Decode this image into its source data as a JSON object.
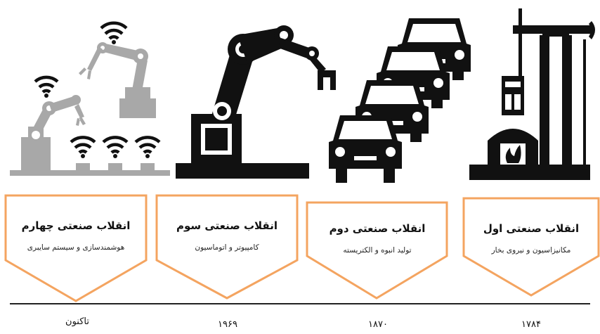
{
  "eras": [
    {
      "title": "انقلاب صنعتی چهارم",
      "subtitle": "هوشمندسازی و سیستم سایبری",
      "year": "تاکنون"
    },
    {
      "title": "انقلاب صنعتی سوم",
      "subtitle": "کامپیوتر و اتوماسیون",
      "year": "۱۹۶۹"
    },
    {
      "title": "انقلاب صنعتی دوم",
      "subtitle": "تولید انبوه و الکتریسته",
      "year": "۱۸۷۰"
    },
    {
      "title": "انقلاب صنعتی اول",
      "subtitle": "مکانیزاسیون و نیروی بخار",
      "year": "۱۷۸۴"
    }
  ],
  "colors": {
    "accent": "#F4A460",
    "icon_dark": "#111111",
    "icon_gray": "#A8A8A8",
    "timeline": "#222222"
  },
  "icons": [
    "smart-factory-robots-wifi-icon",
    "robot-arm-icon",
    "mass-production-cars-icon",
    "steam-engine-oil-pump-icon"
  ]
}
